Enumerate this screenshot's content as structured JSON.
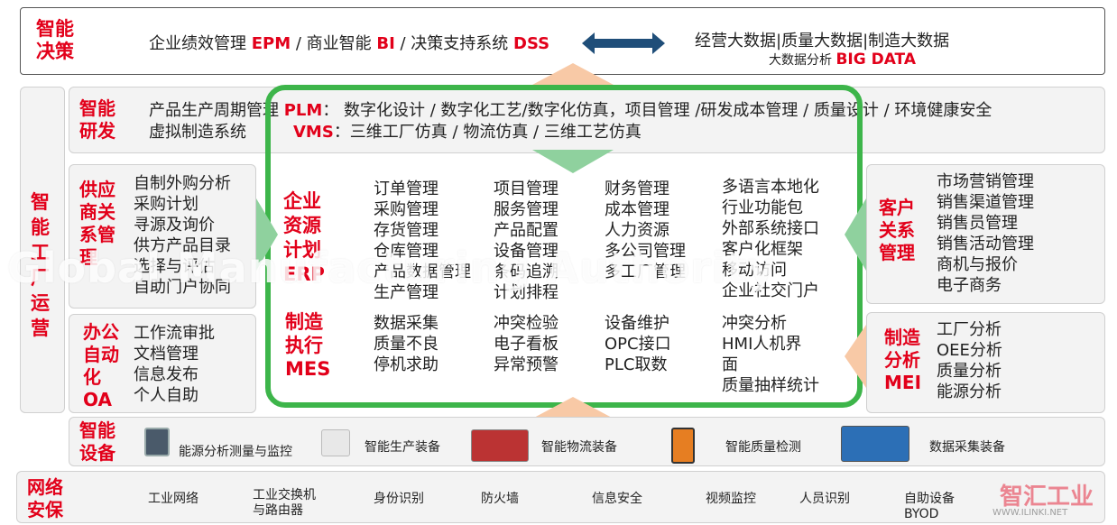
{
  "decision": {
    "label": [
      "智能",
      "决策"
    ],
    "systems": [
      {
        "text": "企业绩效管理 ",
        "red": "EPM"
      },
      {
        "text": " / 商业智能 ",
        "red": "BI"
      },
      {
        "text": " / 决策支持系统 ",
        "red": "DSS"
      }
    ],
    "bigdata_line": "经营大数据|质量大数据|制造大数据",
    "bigdata_sub": "大数据分析",
    "bigdata_red": "BIG DATA"
  },
  "factory_label": [
    "智",
    "能",
    "工",
    "厂",
    "运",
    "营"
  ],
  "rd": {
    "label": [
      "智能",
      "研发"
    ],
    "plm_pre": "产品生产周期管理 ",
    "plm_red": "PLM",
    "plm_text": "： 数字化设计 / 数字化工艺/数字化仿真，项目管理 /研发成本管理 / 质量设计 / 环境健康安全",
    "vms_pre": "虚拟制造系统",
    "vms_red": "VMS",
    "vms_text": "：三维工厂仿真 / 物流仿真 / 三维工艺仿真"
  },
  "supply": {
    "label": [
      "供应",
      "商关",
      "系管",
      "理"
    ],
    "items": [
      "自制外购分析",
      "采购计划",
      "寻源及询价",
      "供方产品目录",
      "选择与评估",
      "自助门户协同"
    ]
  },
  "oa": {
    "label": [
      "办公",
      "自动",
      "化",
      "OA"
    ],
    "items": [
      "工作流审批",
      "文档管理",
      "信息发布",
      "个人自助"
    ]
  },
  "erp": {
    "label": [
      "企业",
      "资源",
      "计划",
      "ERP"
    ],
    "col1": [
      "订单管理",
      "采购管理",
      "存货管理",
      "仓库管理",
      "产品数据管理",
      "生产管理"
    ],
    "col2": [
      "项目管理",
      "服务管理",
      "产品配置",
      "设备管理",
      "条码追溯",
      "计划排程"
    ],
    "col3": [
      "财务管理",
      "成本管理",
      "人力资源",
      "多公司管理",
      "多工厂管理"
    ],
    "col4": [
      "多语言本地化",
      "行业功能包",
      "外部系统接口",
      "客户化框架",
      "移动访问",
      "企业社交门户"
    ]
  },
  "mes": {
    "label": [
      "制造",
      "执行",
      "MES"
    ],
    "col1": [
      "数据采集",
      "质量不良",
      "停机求助"
    ],
    "col2": [
      "冲突检验",
      "电子看板",
      "异常预警"
    ],
    "col3": [
      "设备维护",
      "OPC接口",
      "PLC取数"
    ],
    "col4": [
      "冲突分析",
      "HMI人机界",
      "面",
      "质量抽样统计"
    ]
  },
  "crm": {
    "label": [
      "客户",
      "关系",
      "管理"
    ],
    "items": [
      "市场营销管理",
      "销售渠道管理",
      "销售员管理",
      "销售活动管理",
      "商机与报价",
      "电子商务"
    ]
  },
  "mei": {
    "label": [
      "制造",
      "分析",
      "MEI"
    ],
    "items": [
      "工厂分析",
      "OEE分析",
      "质量分析",
      "能源分析"
    ]
  },
  "devices": {
    "label": [
      "智能",
      "设备"
    ],
    "items": [
      "能源分析测量与监控",
      "智能生产装备",
      "智能物流装备",
      "智能质量检测",
      "数据采集装备"
    ]
  },
  "network": {
    "label": [
      "网络",
      "安保"
    ],
    "items": [
      "工业网络",
      "工业交换机",
      "与路由器",
      "身份识别",
      "防火墙",
      "信息安全",
      "视频监控",
      "人员识别",
      "自助设备",
      "BYOD"
    ]
  },
  "watermark": "Global Manufacturing Authority",
  "logo": {
    "text": "智汇工业",
    "url": "WWW.ILINKI.NET"
  },
  "colors": {
    "red": "#e2001a",
    "green": "#3db54a",
    "arrow_peach": "#f8c9a6",
    "arrow_green": "#8fd19e",
    "dark_arrow": "#1f4e79"
  }
}
